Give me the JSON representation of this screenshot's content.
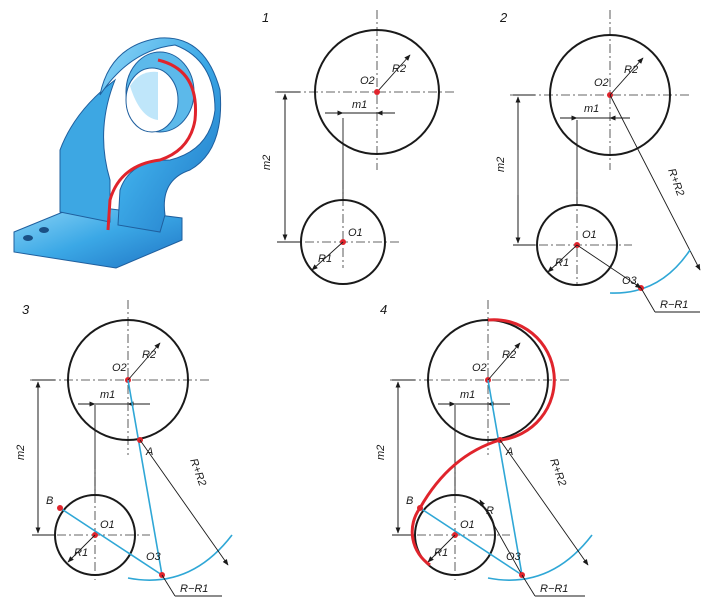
{
  "steps": [
    "1",
    "2",
    "3",
    "4"
  ],
  "labels": {
    "O1": "O1",
    "O2": "O2",
    "O3": "O3",
    "R1": "R1",
    "R2": "R2",
    "m1": "m1",
    "m2": "m2",
    "R_plus_R2": "R+R2",
    "R_minus_R1": "R−R1",
    "R": "R",
    "A": "A",
    "B": "B"
  },
  "colors": {
    "construction": "#2fa7d6",
    "conjugation": "#e0242c",
    "centers": "#e0242c",
    "part": "#49b6ea"
  }
}
